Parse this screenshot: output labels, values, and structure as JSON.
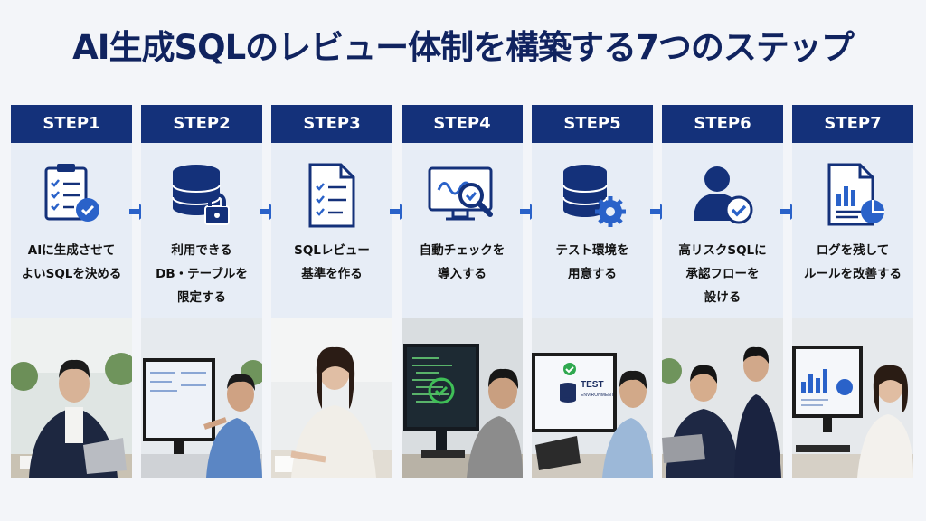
{
  "title": "AI生成SQLのレビュー体制を構築する7つのステップ",
  "colors": {
    "navy": "#14317a",
    "accent": "#2a62c9",
    "panel": "#e7edf6",
    "title": "#10235f"
  },
  "steps": [
    {
      "label": "STEP1",
      "lines": [
        "AIに生成させて",
        "よいSQLを決める"
      ],
      "icon": "checklist-icon"
    },
    {
      "label": "STEP2",
      "lines": [
        "利用できる",
        "DB・テーブルを",
        "限定する"
      ],
      "icon": "database-lock-icon"
    },
    {
      "label": "STEP3",
      "lines": [
        "SQLレビュー",
        "基準を作る"
      ],
      "icon": "document-checklist-icon"
    },
    {
      "label": "STEP4",
      "lines": [
        "自動チェックを",
        "導入する"
      ],
      "icon": "monitor-search-icon"
    },
    {
      "label": "STEP5",
      "lines": [
        "テスト環境を",
        "用意する"
      ],
      "icon": "database-gear-icon"
    },
    {
      "label": "STEP6",
      "lines": [
        "高リスクSQLに",
        "承認フローを",
        "設ける"
      ],
      "icon": "user-check-icon"
    },
    {
      "label": "STEP7",
      "lines": [
        "ログを残して",
        "ルールを改善する"
      ],
      "icon": "report-chart-icon"
    }
  ],
  "photo_text": {
    "test_env_1": "TEST",
    "test_env_2": "ENVIRONMENT"
  }
}
